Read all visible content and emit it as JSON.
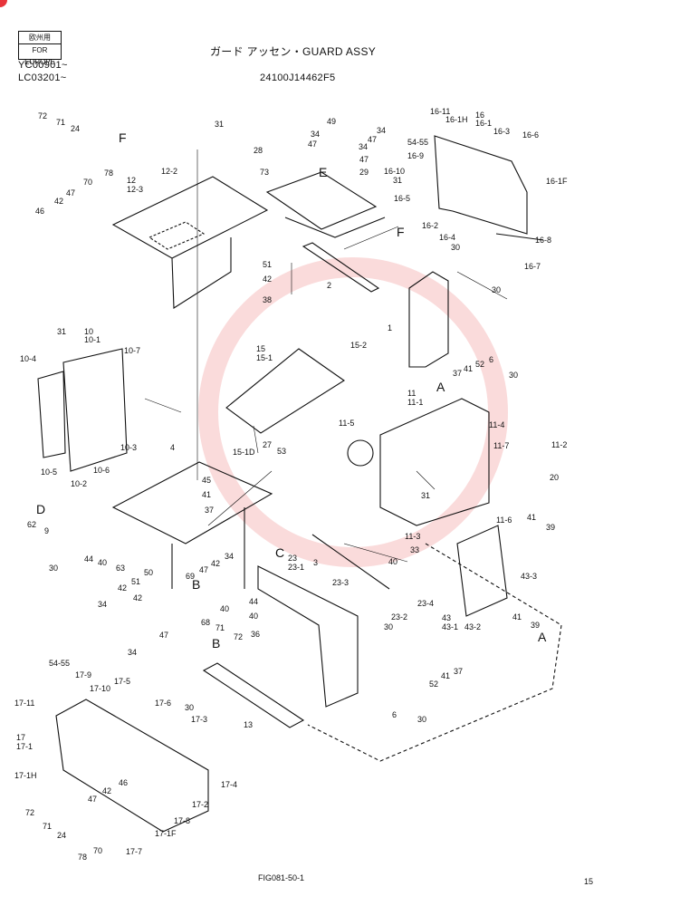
{
  "header": {
    "stamp_line1": "欧州用",
    "stamp_line2": "FOR EUROPE",
    "serial1": "YC00901~",
    "serial2": "LC03201~",
    "title": "ガード アッセン・GUARD ASSY",
    "part_no": "24100J14462F5"
  },
  "footer": {
    "fig": "FIG081-50-1",
    "page": "15"
  },
  "labels": [
    "72",
    "71",
    "24",
    "F",
    "78",
    "70",
    "47",
    "42",
    "46",
    "12",
    "12-3",
    "12-2",
    "31",
    "49",
    "34",
    "28",
    "47",
    "34",
    "47",
    "34",
    "47",
    "29",
    "73",
    "E",
    "31",
    "51",
    "42",
    "38",
    "2",
    "16-11",
    "16-1H",
    "16",
    "16-1",
    "16-3",
    "16-6",
    "54-55",
    "16-9",
    "16-10",
    "16-5",
    "16-1F",
    "F",
    "16-2",
    "16-4",
    "16-8",
    "16-7",
    "30",
    "30",
    "1",
    "37",
    "41",
    "52",
    "6",
    "30",
    "A",
    "31",
    "10",
    "10-1",
    "10-4",
    "10-7",
    "10-3",
    "10-5",
    "10-6",
    "10-2",
    "15",
    "15-1",
    "15-2",
    "15-1D",
    "27",
    "53",
    "11",
    "11-1",
    "11-5",
    "11-4",
    "11-7",
    "11-2",
    "20",
    "31",
    "11-6",
    "41",
    "39",
    "11-3",
    "4",
    "45",
    "41",
    "37",
    "D",
    "62",
    "9",
    "30",
    "44",
    "40",
    "63",
    "42",
    "51",
    "50",
    "69",
    "42",
    "34",
    "47",
    "34",
    "42",
    "40",
    "68",
    "71",
    "72",
    "36",
    "47",
    "34",
    "B",
    "C",
    "3",
    "23",
    "23-1",
    "23-3",
    "33",
    "40",
    "23-2",
    "23-4",
    "43-3",
    "43",
    "43-1",
    "43-2",
    "41",
    "39",
    "A",
    "44",
    "40",
    "30",
    "B",
    "30",
    "13",
    "6",
    "52",
    "41",
    "37",
    "30",
    "54-55",
    "17-9",
    "17-5",
    "17-10",
    "17-6",
    "17-3",
    "17-11",
    "17",
    "17-1",
    "17-1H",
    "17-4",
    "17-2",
    "46",
    "42",
    "47",
    "72",
    "71",
    "24",
    "70",
    "78",
    "17-8",
    "17-1F",
    "17-7"
  ]
}
